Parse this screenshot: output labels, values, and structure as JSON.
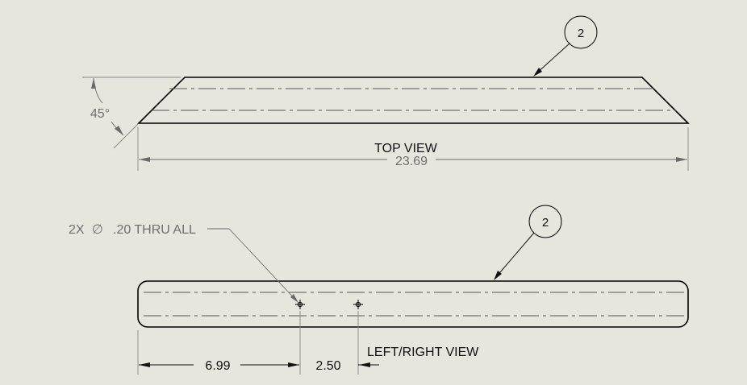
{
  "top_view": {
    "view_label": "TOP VIEW",
    "angle_dim": "45°",
    "length_dim": "23.69",
    "balloon": "2"
  },
  "side_view": {
    "view_label": "LEFT/RIGHT VIEW",
    "hole_callout_qty": "2X",
    "hole_callout_symbol": "∅",
    "hole_callout_text": ".20 THRU ALL",
    "dim_first_hole": "6.99",
    "dim_hole_spacing": "2.50",
    "balloon": "2"
  }
}
